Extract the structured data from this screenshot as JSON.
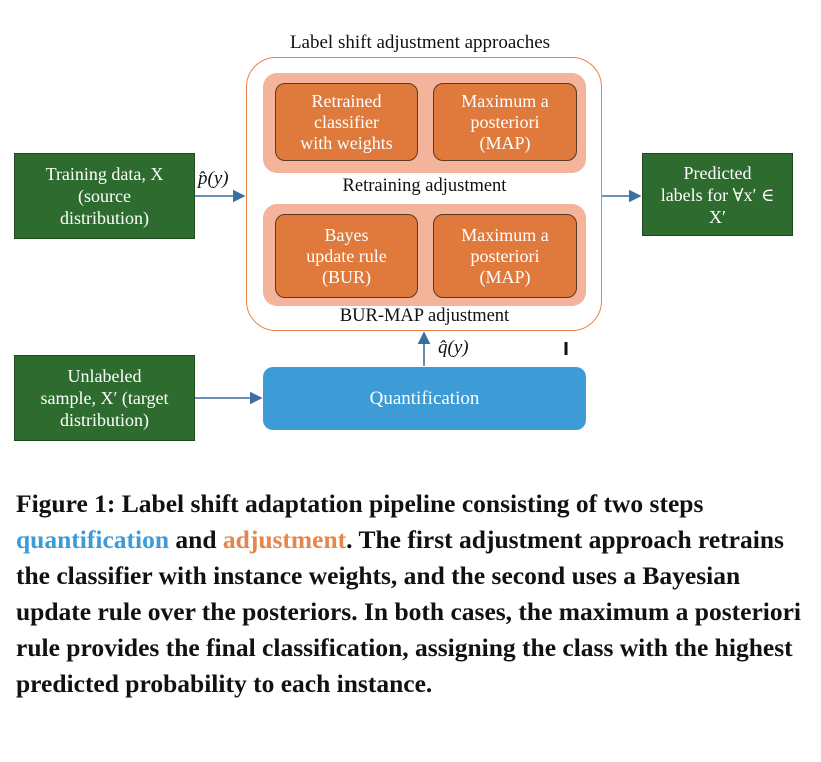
{
  "diagram": {
    "title": "Label shift adjustment approaches",
    "retraining_panel": {
      "cell1": [
        "Retrained",
        "classifier",
        "with weights"
      ],
      "cell2": [
        "Maximum a",
        "posteriori",
        "(MAP)"
      ],
      "label": "Retraining adjustment"
    },
    "burmap_panel": {
      "cell1": [
        "Bayes",
        "update rule",
        "(BUR)"
      ],
      "cell2": [
        "Maximum a",
        "posteriori",
        "(MAP)"
      ],
      "label": "BUR-MAP adjustment"
    },
    "training_box": [
      "Training data, X",
      "(source",
      "distribution)"
    ],
    "unlabeled_box": [
      "Unlabeled",
      "sample, X′ (target",
      "distribution)"
    ],
    "predicted_box": [
      "Predicted",
      "labels for ∀x′ ∈",
      "X′"
    ],
    "quantification_label": "Quantification",
    "p_hat": "p̂(y)",
    "q_hat": "q̂(y)",
    "colors": {
      "orange": "#e07a3c",
      "orange_light": "#f4b39b",
      "green": "#2e6b2e",
      "blue": "#3d9bd6"
    }
  },
  "caption": {
    "prefix": "Figure 1: Label shift adaptation pipeline consisting of two steps ",
    "word_quantification": "quantification",
    "middle": " and ",
    "word_adjustment": "adjustment",
    "suffix": ". The first adjustment approach retrains the classifier with instance weights, and the second uses a Bayesian update rule over the posteriors. In both cases, the maximum a posteriori rule provides the final classification, assigning the class with the highest predicted probability to each instance."
  }
}
